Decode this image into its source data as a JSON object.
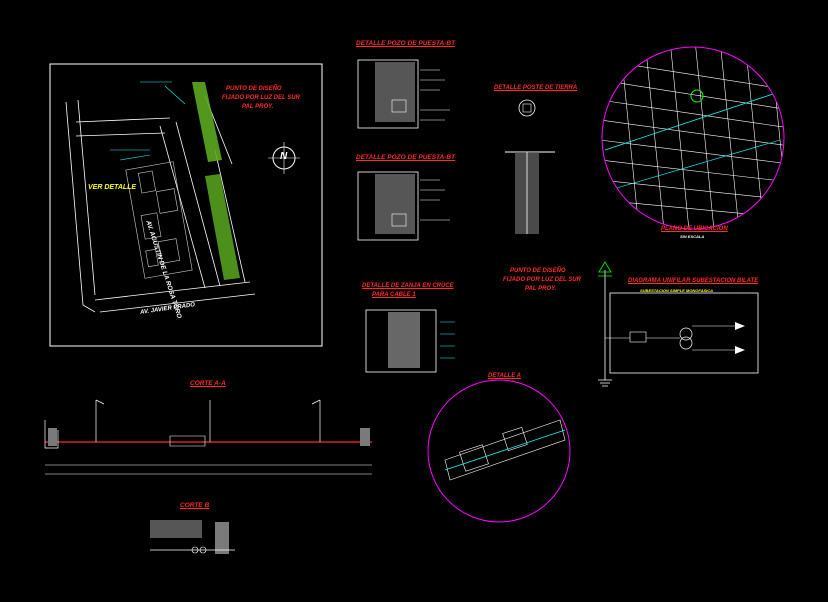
{
  "colors": {
    "background": "#000000",
    "frame": "#ffffff",
    "title": "#ff2a2a",
    "annotation": "#00ffff",
    "vegetation": "#6fbf2a",
    "circle": "#ff00ff",
    "green_note": "#00ff00",
    "yellow": "#ffff00"
  },
  "plan": {
    "ver_detalle": "VER DETALLE",
    "avenue_vertical": "AV. AGUSTIN DE LA ROSA TORO",
    "avenue_bottom": "AV. JAVIER PRADO",
    "punto_diseno_lines": [
      "PUNTO DE DISEÑO",
      "FIJADO POR LUZ DEL SUR",
      "PAL PROY."
    ],
    "north_label": "N"
  },
  "sections": {
    "detalle_pozo_1": "DETALLE POZO DE PUESTA-BT",
    "detalle_pozo_2": "DETALLE POZO DE PUESTA-BT",
    "detalle_poste": "DETALLE POSTE DE TIERRA",
    "zanja": [
      "DETALLE DE ZANJA EN CRUCE",
      "PARA CABLE 1"
    ],
    "corte_aa": "CORTE A-A",
    "corte_b": "CORTE B",
    "detalle_a": "DETALLE A",
    "punto_diseno_2": [
      "PUNTO DE DISEÑO",
      "FIJADO POR LUZ DEL SUR",
      "PAL PROY."
    ],
    "plano_ubicacion": "PLANO DE UBICACION",
    "plano_ubicacion_sub": "SIN ESCALA",
    "diagrama_title": "DIAGRAMA UNIFILAR SUBESTACION BILATE",
    "diagrama_sub": "SUBESTACION SIMPLE MONOFASICA"
  }
}
